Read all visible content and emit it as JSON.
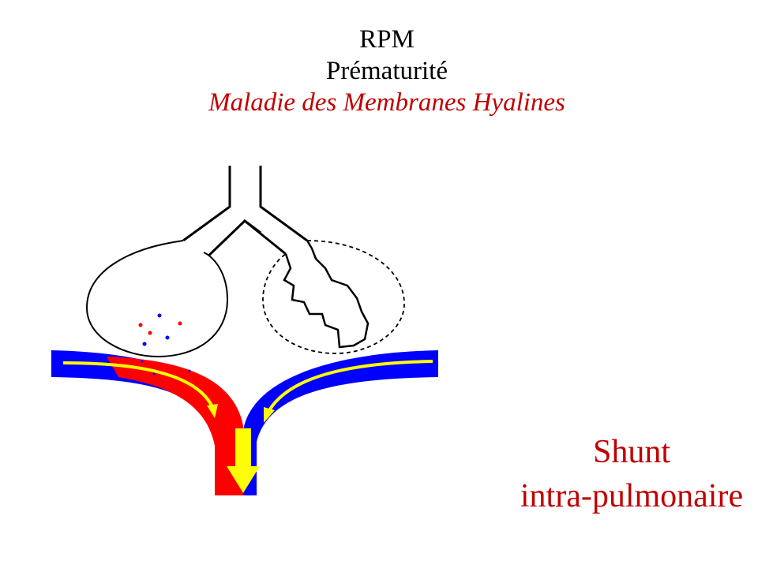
{
  "title": {
    "line1": "RPM",
    "line2": "Prématurité",
    "line3": "Maladie des Membranes Hyalines"
  },
  "caption": {
    "line1": "Shunt",
    "line2": "intra-pulmonaire"
  },
  "colors": {
    "title": "#000000",
    "accent": "#c00000",
    "oxygenated_blood": "#ff0000",
    "deoxygenated_blood": "#0000ff",
    "flow_arrow": "#ffff00",
    "outline": "#000000",
    "background": "#ffffff"
  },
  "diagram": {
    "left_lung": "ventilated-alveolus",
    "right_lung": "collapsed-alveolus",
    "flow": "left-to-right-shunt"
  }
}
